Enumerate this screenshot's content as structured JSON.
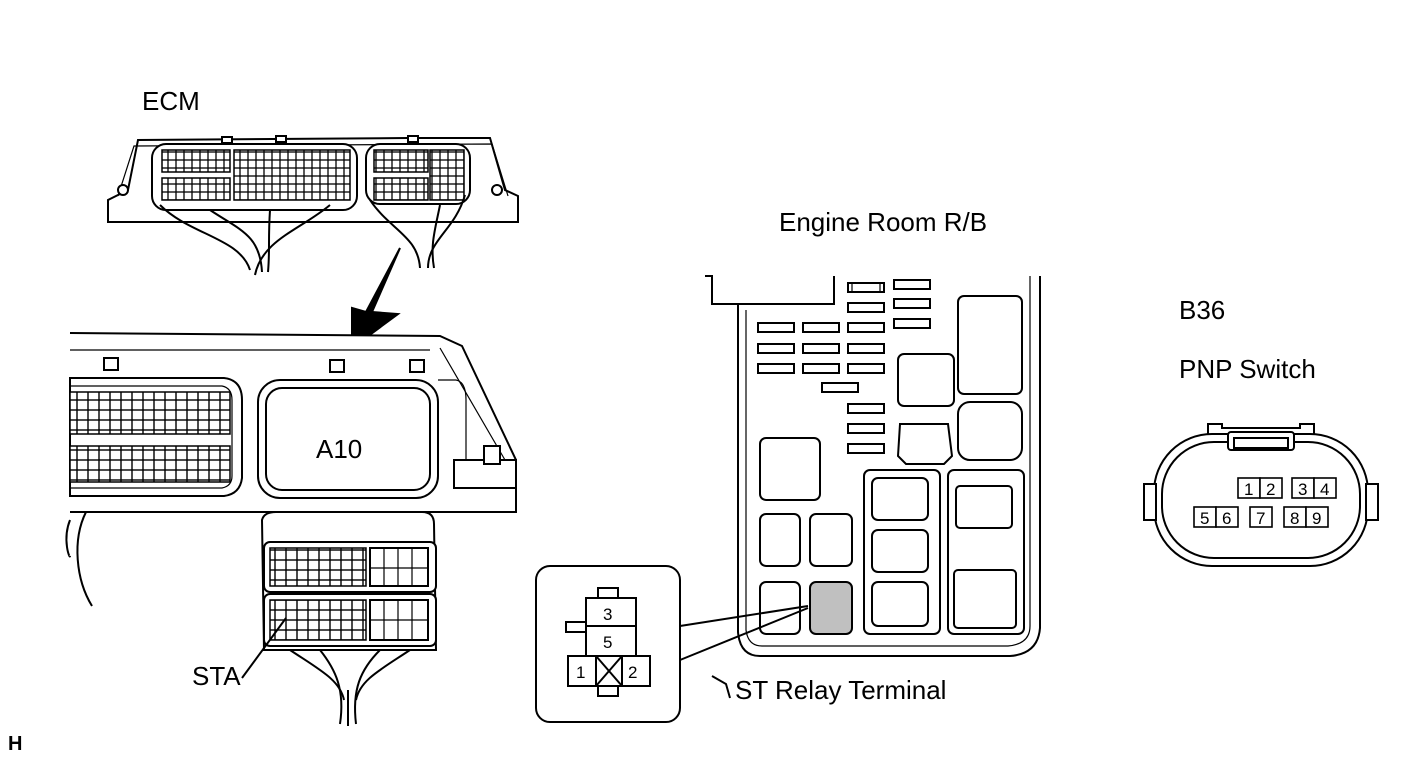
{
  "labels": {
    "ecm": "ECM",
    "a10": "A10",
    "sta": "STA",
    "engine_room": "Engine Room R/B",
    "st_relay": "ST Relay Terminal",
    "b36": "B36",
    "pnp": "PNP Switch",
    "corner": "H"
  },
  "relay_pins": [
    "3",
    "5",
    "1",
    "2"
  ],
  "pnp_pins": [
    "1",
    "2",
    "3",
    "4",
    "5",
    "6",
    "7",
    "8",
    "9"
  ],
  "colors": {
    "highlight": "#c0c0c0",
    "line": "#000000"
  }
}
